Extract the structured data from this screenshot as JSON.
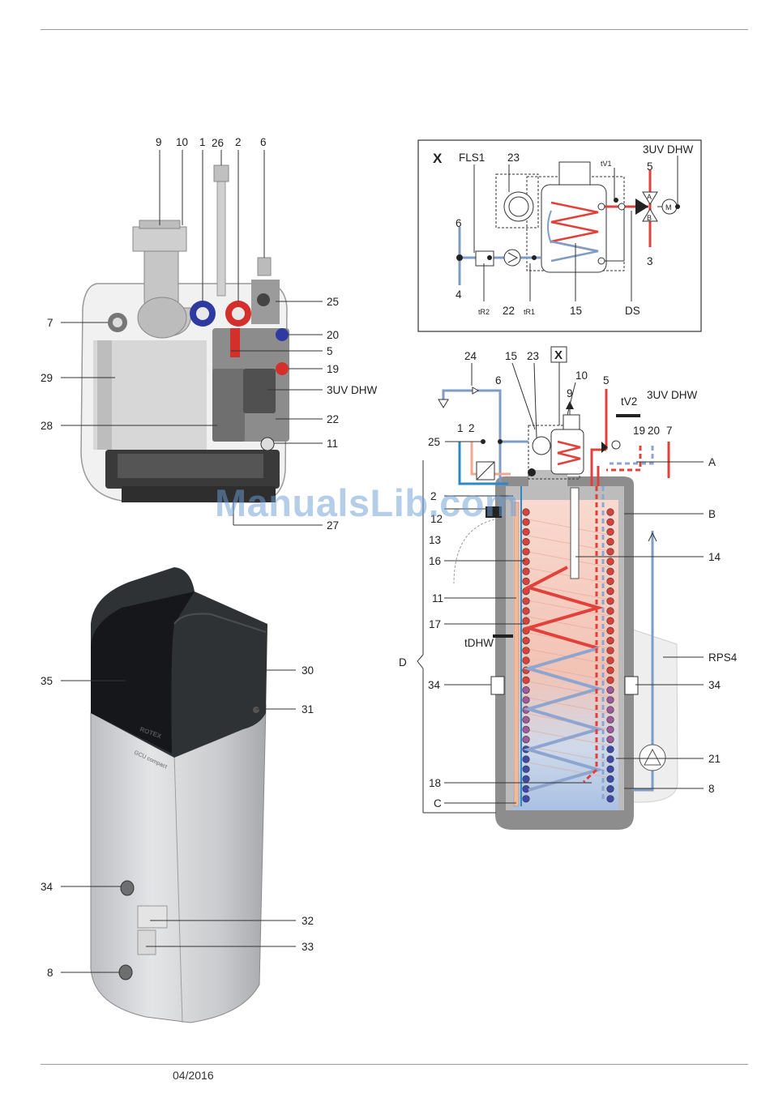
{
  "footer": {
    "date": "04/2016"
  },
  "watermark": "ManualsLib.com",
  "figure_top_left": {
    "labels_top": [
      "9",
      "10",
      "1",
      "26",
      "2",
      "6"
    ],
    "labels_left": [
      "7",
      "29",
      "28"
    ],
    "labels_right": [
      "25",
      "20",
      "5",
      "19",
      "3UV DHW",
      "22",
      "11"
    ],
    "label_bottom": "27"
  },
  "figure_bottom_left": {
    "labels_left": [
      "35",
      "34",
      "8"
    ],
    "labels_right": [
      "30",
      "31",
      "32",
      "33"
    ],
    "brand_text": "ROTEX",
    "model_text": "GCU compact"
  },
  "figure_detail_x": {
    "title": "X",
    "labels": [
      "FLS1",
      "23",
      "tV1",
      "3UV DHW",
      "5",
      "A",
      "B",
      "M",
      "6",
      "4",
      "3",
      "tR2",
      "22",
      "tR1",
      "15",
      "DS"
    ]
  },
  "figure_main": {
    "x_marker": "X",
    "labels_top": [
      "24",
      "15",
      "23",
      "9",
      "10",
      "5",
      "tV2",
      "3UV DHW",
      "6",
      "1",
      "2",
      "25",
      "19",
      "20",
      "7"
    ],
    "labels_left": [
      "2",
      "12",
      "13",
      "16",
      "11",
      "17",
      "tDHW",
      "D",
      "34",
      "18",
      "C"
    ],
    "labels_right": [
      "A",
      "B",
      "14",
      "RPS4",
      "34",
      "21",
      "8"
    ]
  }
}
